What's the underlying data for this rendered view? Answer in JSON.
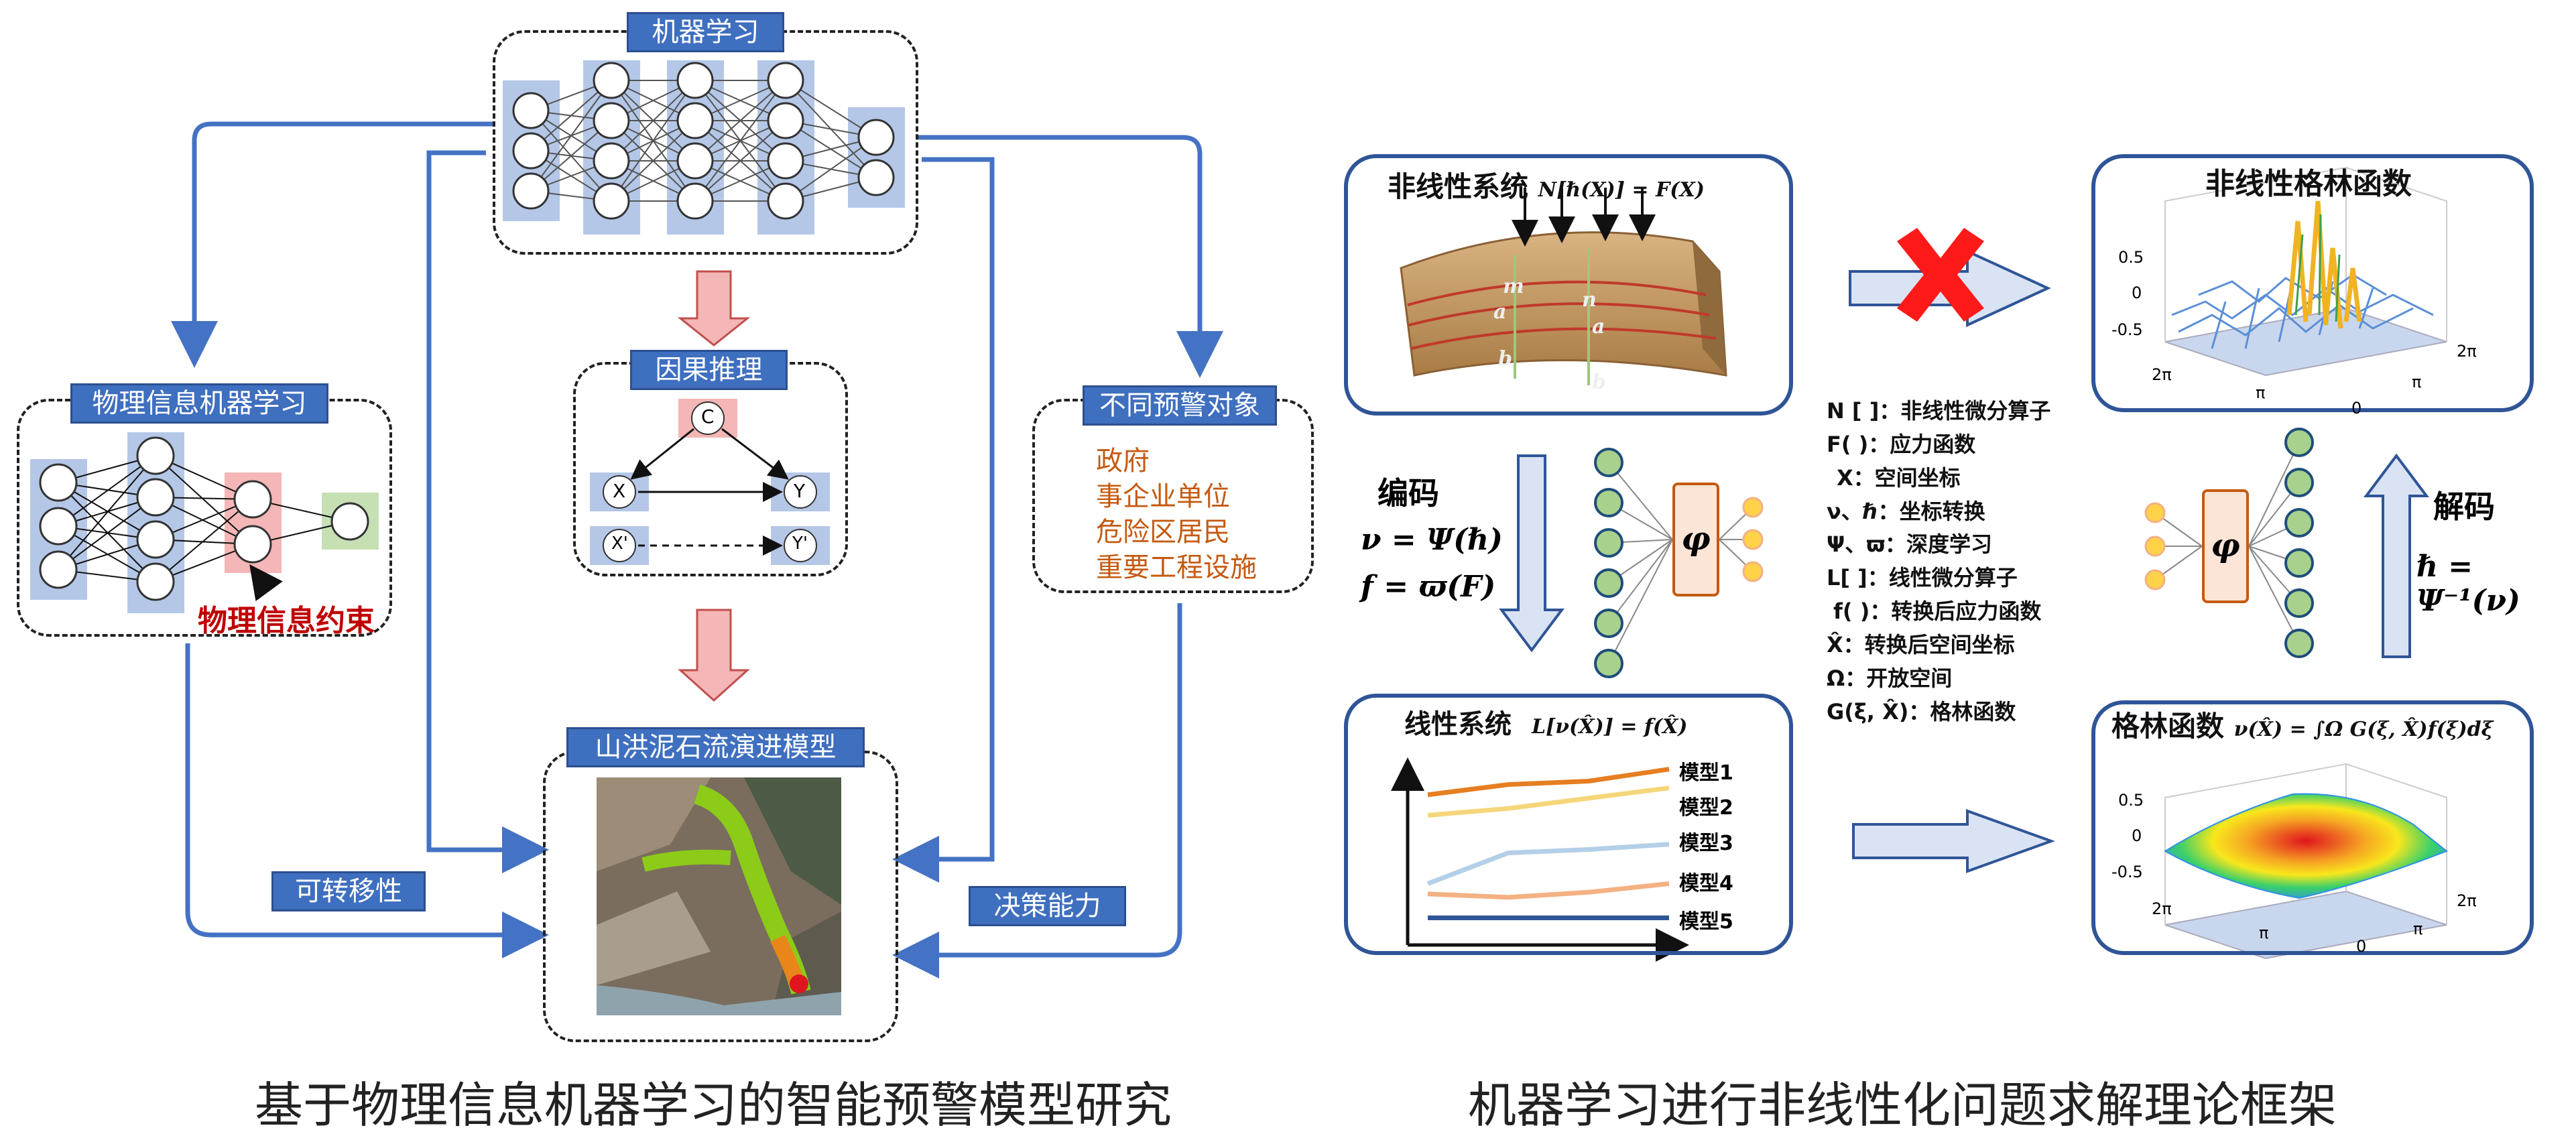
{
  "left": {
    "ml_label": "机器学习",
    "causal_label": "因果推理",
    "causal_nodes": [
      "C",
      "X",
      "Y",
      "X'",
      "Y'"
    ],
    "piml_label": "物理信息机器学习",
    "physics_constraint": "物理信息约束",
    "warning_label": "不同预警对象",
    "warning_targets": [
      "政府",
      "事企业单位",
      "危险区居民",
      "重要工程设施"
    ],
    "model_label": "山洪泥石流演进模型",
    "transfer_label": "可转移性",
    "decision_label": "决策能力",
    "caption": "基于物理信息机器学习的智能预警模型研究"
  },
  "right": {
    "nonlinear_system": "非线性系统",
    "nonlinear_eq": "N[ℏ(X)] = F(X)",
    "beam_labels": [
      "m",
      "n",
      "a",
      "a",
      "b",
      "b"
    ],
    "green_nonlinear": "非线性格林函数",
    "green_nl_ticks": [
      "0.5",
      "0",
      "-0.5",
      "2π",
      "π",
      "0",
      "2π",
      "π"
    ],
    "encode_label": "编码",
    "encode_eq1": "ν = Ψ(ℏ)",
    "encode_eq2": "f = ϖ(F)",
    "phi": "φ",
    "decode_label": "解码",
    "decode_eq": "ℏ = Ψ⁻¹(ν)",
    "legend": [
      "N [ ]：非线性微分算子",
      "F( )：应力函数",
      "X：空间坐标",
      "ν、ℏ：坐标转换",
      "Ψ、ϖ：深度学习",
      "L[ ]：线性微分算子",
      "f( )：转换后应力函数",
      "X̂：转换后空间坐标",
      "Ω：开放空间",
      "G(ξ, X̂)：格林函数"
    ],
    "linear_system": "线性系统",
    "linear_eq": "L[ν(X̂)] = f(X̂)",
    "models": [
      "模型1",
      "模型2",
      "模型3",
      "模型4",
      "模型5"
    ],
    "green_fn": "格林函数",
    "green_eq": "ν(X̂) = ∫Ω G(ξ, X̂)f(ξ)dξ",
    "green_ticks": [
      "0.5",
      "0",
      "-0.5",
      "2π",
      "π",
      "0",
      "2π",
      "π"
    ],
    "caption": "机器学习进行非线性化问题求解理论框架"
  },
  "chart_data": {
    "type": "line",
    "title": "线性系统",
    "series": [
      {
        "name": "模型1",
        "color": "#e67e22",
        "values": [
          0.82,
          0.88,
          0.9,
          0.97
        ]
      },
      {
        "name": "模型2",
        "color": "#f6d67a",
        "values": [
          0.7,
          0.74,
          0.8,
          0.86
        ]
      },
      {
        "name": "模型3",
        "color": "#b4cfe8",
        "values": [
          0.3,
          0.48,
          0.5,
          0.53
        ]
      },
      {
        "name": "模型4",
        "color": "#f4b183",
        "values": [
          0.24,
          0.22,
          0.25,
          0.3
        ]
      },
      {
        "name": "模型5",
        "color": "#2f5597",
        "values": [
          0.1,
          0.1,
          0.1,
          0.1
        ]
      }
    ],
    "x": [
      0,
      1,
      2,
      3
    ],
    "xlabel": "",
    "ylabel": ""
  },
  "colors": {
    "accent": "#2f5597",
    "tag": "#3f6fbf",
    "node_fill": "#b4c7e7",
    "arrow_pink": "#f4b6b6",
    "arrow_light": "#dae3f3"
  }
}
